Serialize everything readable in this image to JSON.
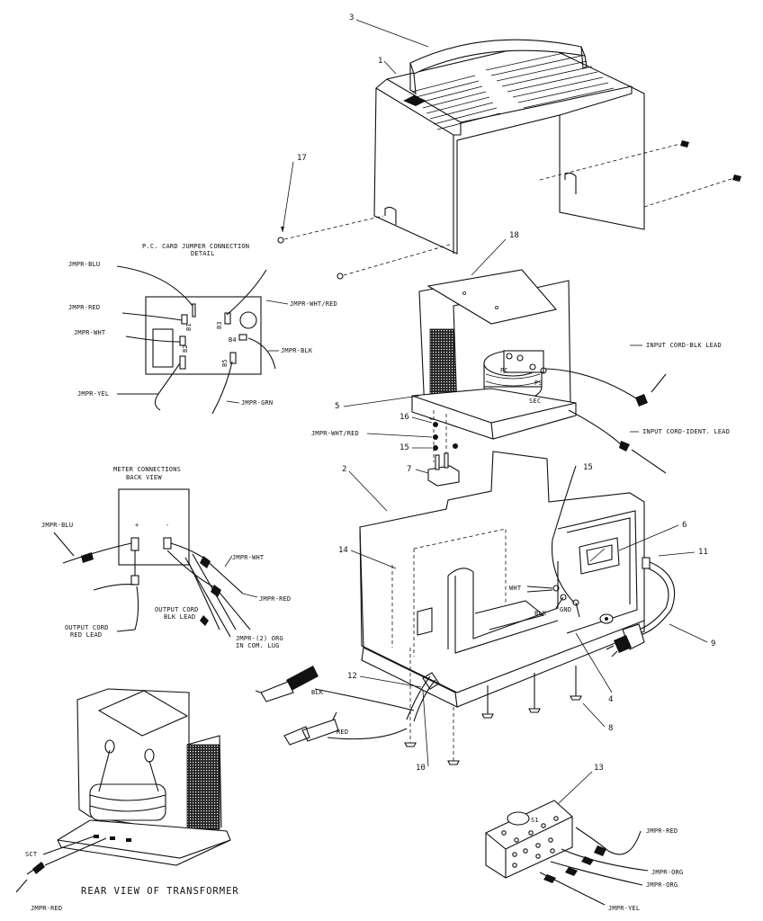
{
  "parts": {
    "p1": "1",
    "p2": "2",
    "p3": "3",
    "p4": "4",
    "p5": "5",
    "p6": "6",
    "p7": "7",
    "p8": "8",
    "p9": "9",
    "p10": "10",
    "p11": "11",
    "p12": "12",
    "p13": "13",
    "p14": "14",
    "p15a": "15",
    "p15b": "15",
    "p16": "16",
    "p17": "17",
    "p18": "18"
  },
  "labels": {
    "pc_card_title_1": "P.C. CARD JUMPER CONNECTION",
    "pc_card_title_2": "DETAIL",
    "jmpr_blu_top": "JMPR-BLU",
    "jmpr_red_left": "JMPR-RED",
    "jmpr_wht_left": "JMPR-WHT",
    "jmpr_yel_left": "JMPR-YEL",
    "jmpr_wht_red_top": "JMPR-WHT/RED",
    "jmpr_blk_top": "JMPR-BLK",
    "jmpr_grn": "JMPR-GRN",
    "input_cord_blk": "INPUT CORD-BLK LEAD",
    "input_cord_ident": "INPUT CORD-IDENT. LEAD",
    "jmpr_wht_red_mid": "JMPR-WHT/RED",
    "meter_title_1": "METER CONNECTIONS",
    "meter_title_2": "BACK VIEW",
    "plus": "+",
    "minus": "-",
    "jmpr_blu_meter": "JMPR-BLU",
    "jmpr_wht_meter": "JMPR-WHT",
    "jmpr_red_meter": "JMPR-RED",
    "output_blk_1": "OUTPUT CORD",
    "output_blk_2": "BLK LEAD",
    "output_red_1": "OUTPUT CORD",
    "output_red_2": "RED LEAD",
    "jmpr_org_1": "JMPR-(2) ORG",
    "jmpr_org_2": "IN COM. LUG",
    "blk_clamp": "BLK",
    "red_clamp": "RED",
    "wht_term": "WHT",
    "blk_term": "BLK",
    "gnd_term": "GND",
    "pri": "PC",
    "ps": "PS",
    "sec": "SEC",
    "s1": "S1",
    "sct": "SCT",
    "rear_view": "REAR VIEW OF TRANSFORMER",
    "jmpr_red_rear": "JMPR-RED",
    "jmpr_red_sw": "JMPR-RED",
    "jmpr_org_sw_a": "JMPR-ORG",
    "jmpr_org_sw_b": "JMPR-ORG",
    "jmpr_yel_sw": "JMPR-YEL",
    "pc_b1": "B1",
    "pc_b2": "B2",
    "pc_b3": "B3",
    "pc_b4": "B4",
    "pc_b5": "B5"
  }
}
